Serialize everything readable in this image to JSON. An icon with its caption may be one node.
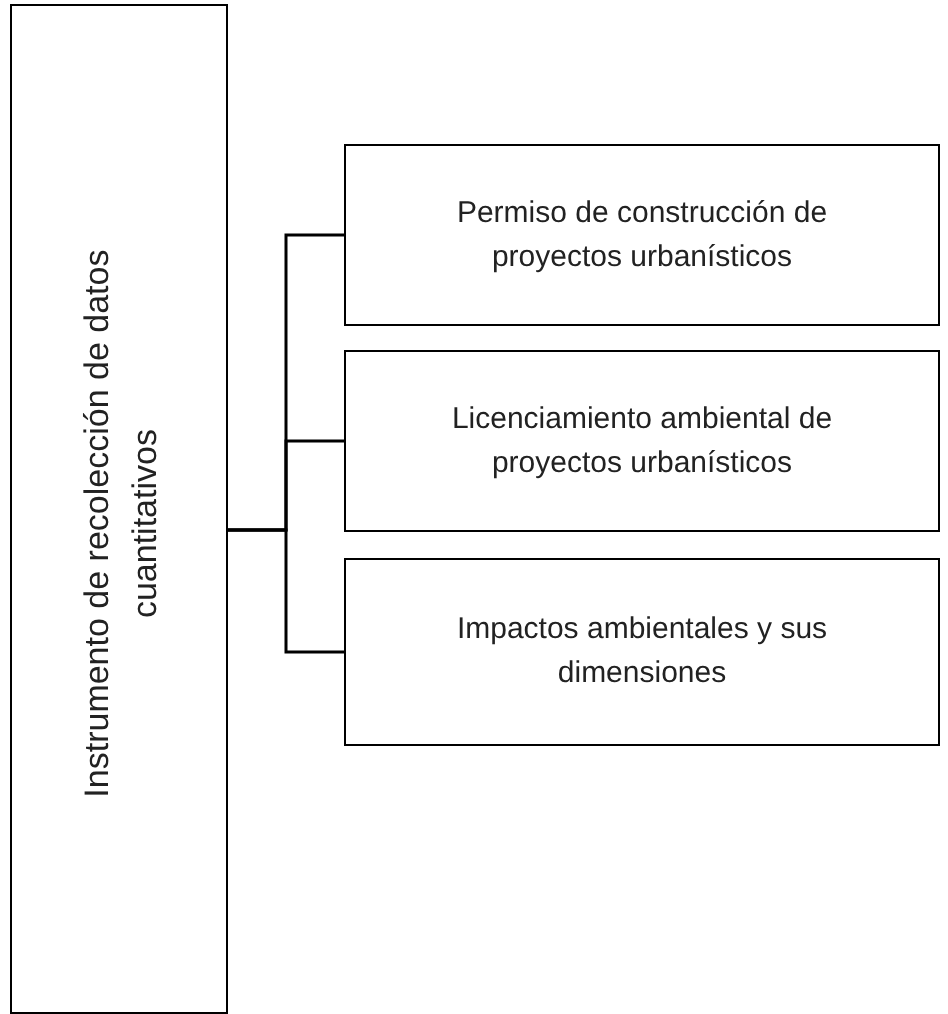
{
  "diagram": {
    "nodes": [
      {
        "text": [
          "Instrumento de recolección de datos cuantitativos"
        ]
      },
      {
        "text": [
          "Permiso de construcción de proyectos urbanísticos"
        ]
      },
      {
        "text": [
          "Licenciamiento ambiental de proyectos urbanísticos"
        ]
      },
      {
        "text": [
          "Impactos ambientales y sus dimensiones"
        ]
      }
    ],
    "edges": [
      {
        "from": 0,
        "to": 1,
        "arrow": "none"
      },
      {
        "from": 0,
        "to": 2,
        "arrow": "none"
      },
      {
        "from": 0,
        "to": 3,
        "arrow": "none"
      }
    ]
  }
}
